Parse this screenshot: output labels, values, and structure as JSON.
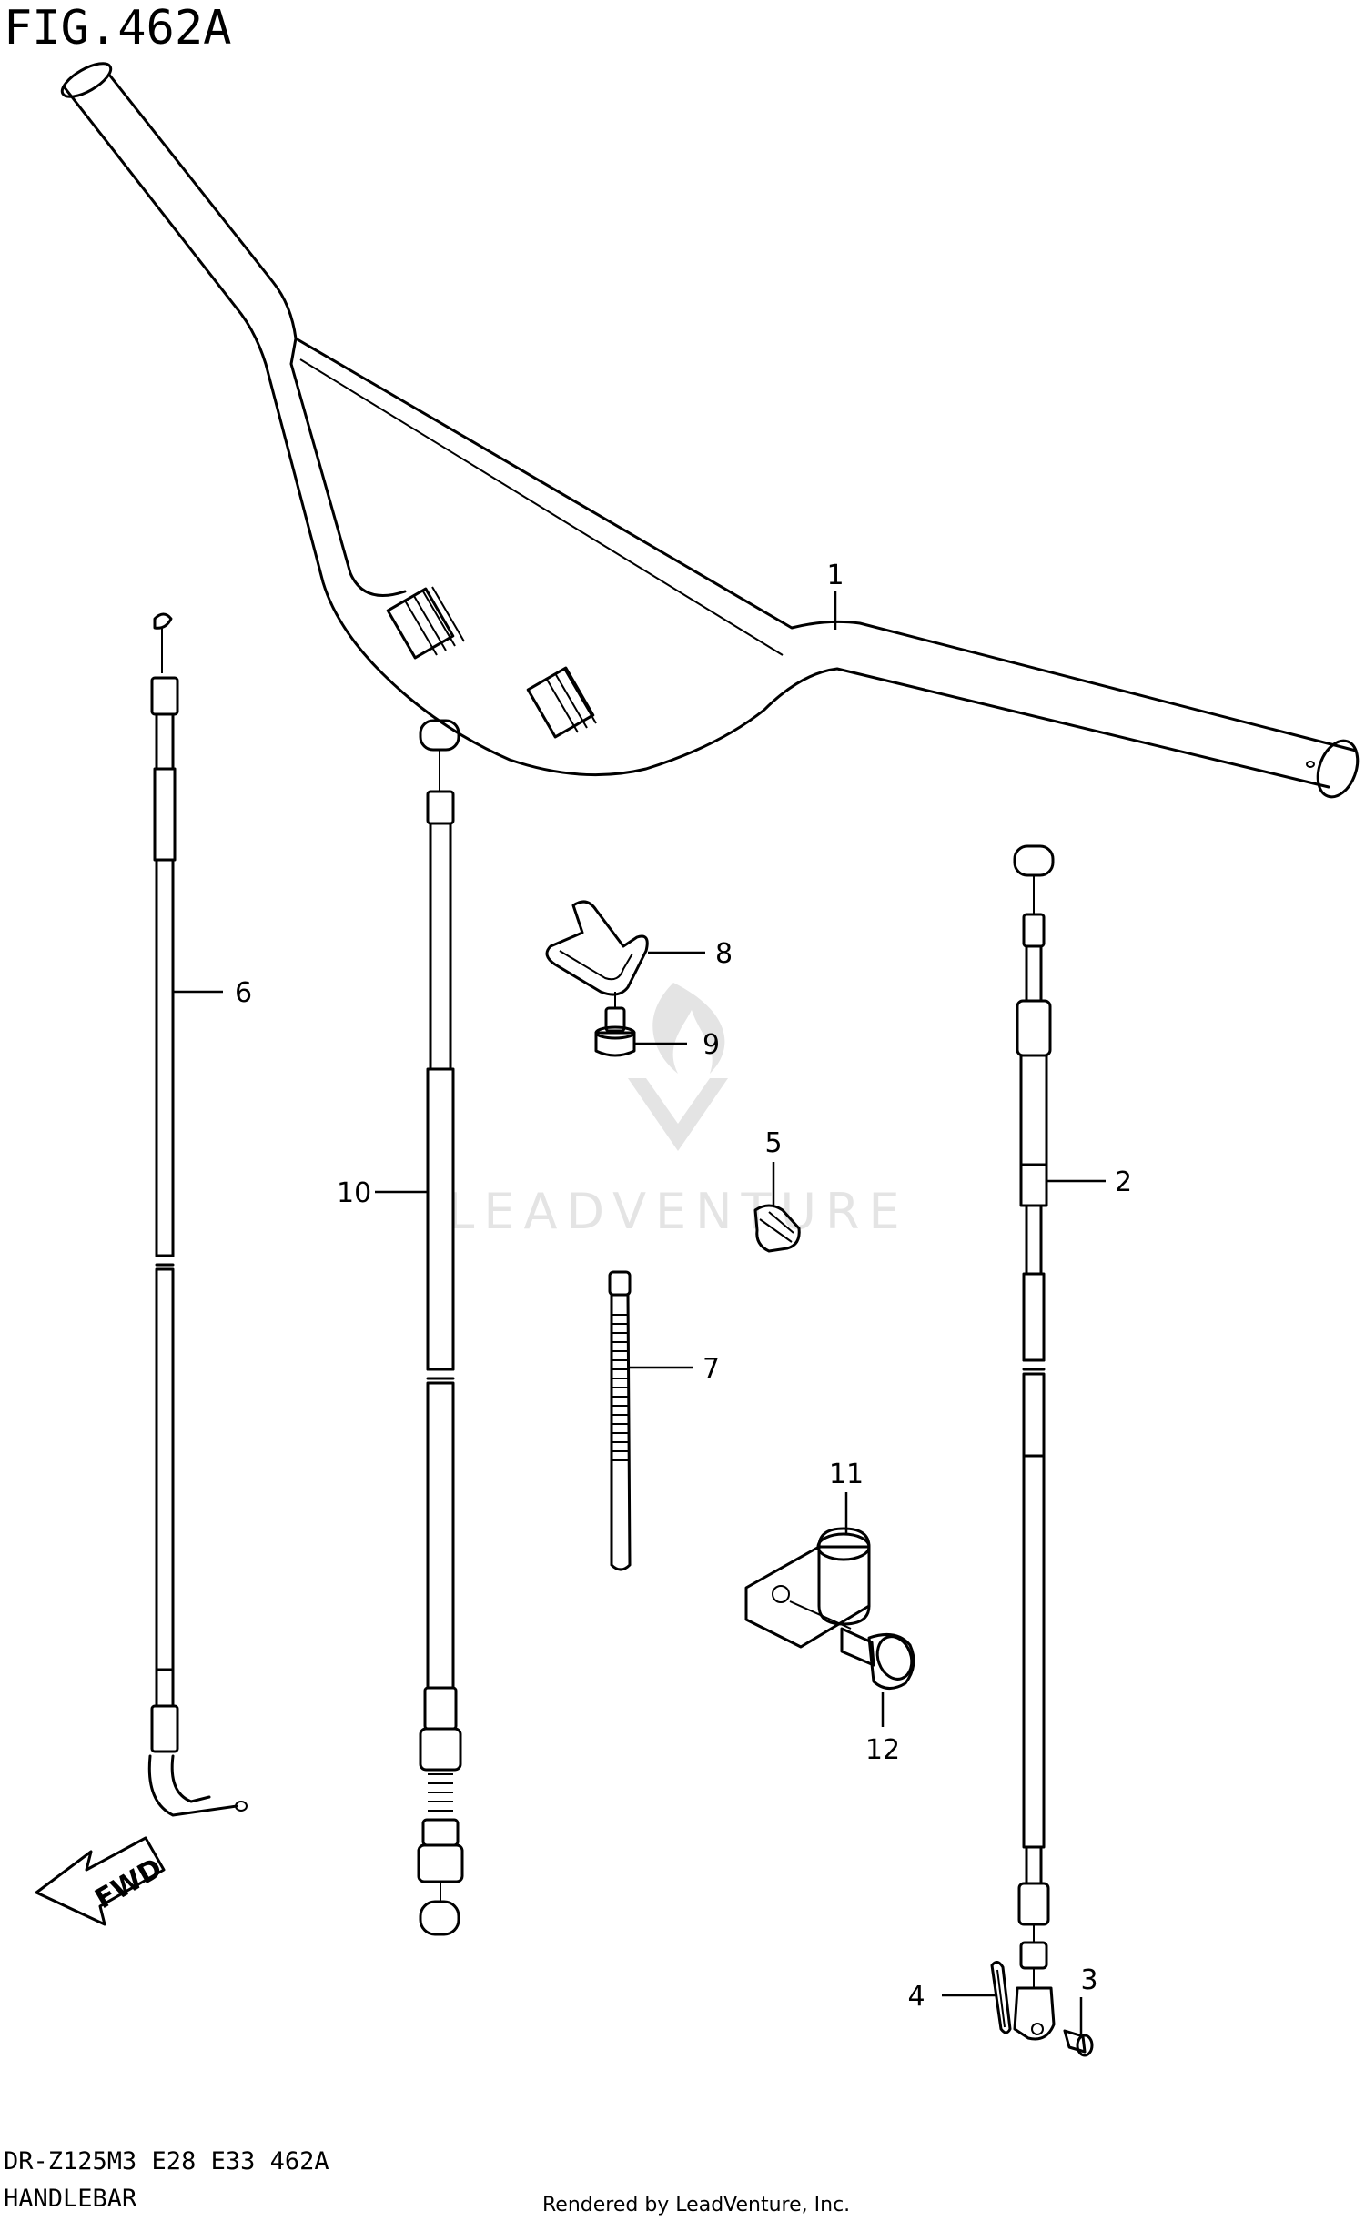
{
  "figure_title": "FIG.462A",
  "model_code": "DR-Z125M3 E28 E33 462A",
  "section_name": "HANDLEBAR",
  "render_credit": "Rendered by LeadVenture, Inc.",
  "watermark_text": "LEADVENTURE",
  "fwd_label": "FWD",
  "callouts": {
    "c1": "1",
    "c2": "2",
    "c3": "3",
    "c4": "4",
    "c5": "5",
    "c6": "6",
    "c7": "7",
    "c8": "8",
    "c9": "9",
    "c10": "10",
    "c11": "11",
    "c12": "12"
  },
  "colors": {
    "line": "#000000",
    "watermark": "#e4e4e4",
    "background": "#ffffff"
  }
}
